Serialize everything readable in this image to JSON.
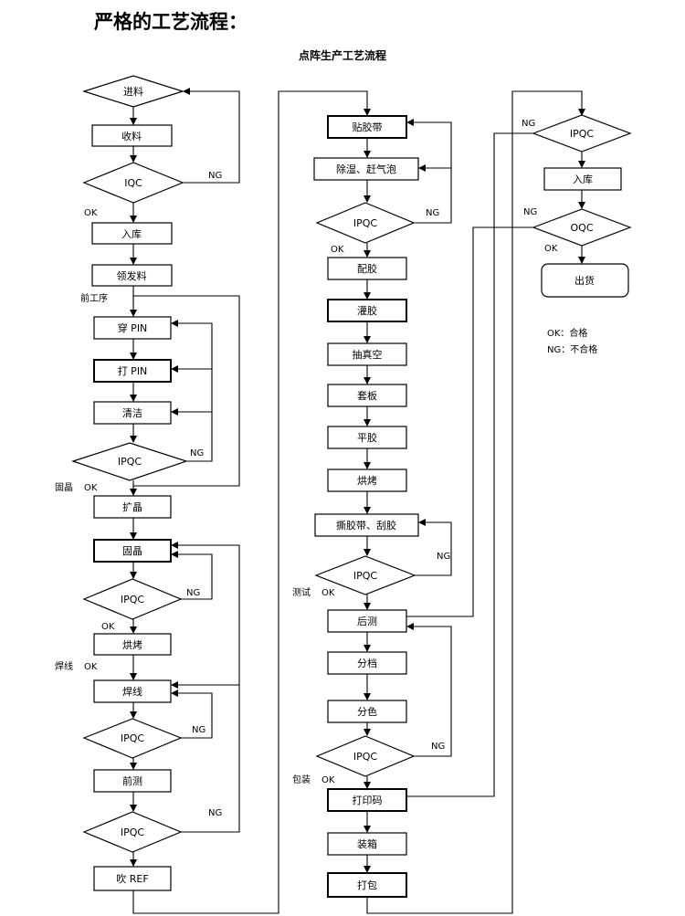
{
  "page_title": "严格的工艺流程：",
  "chart_title": "点阵生产工艺流程",
  "col1": {
    "incoming": "进料",
    "receive": "收料",
    "iqc": "IQC",
    "warehouse": "入库",
    "pick": "领发料",
    "pin": "穿 PIN",
    "hit_pin": "打 PIN",
    "clean": "清洁",
    "ipqc1": "IPQC",
    "expand": "扩晶",
    "die_bond": "固晶",
    "ipqc2": "IPQC",
    "bake": "烘烤",
    "wire_bond": "焊线",
    "ipqc3": "IPQC",
    "pre_test": "前测",
    "ipqc4": "IPQC",
    "blow": "吹 REF"
  },
  "col2": {
    "tape": "贴胶带",
    "dehumid": "除湿、赶气泡",
    "ipqc1": "IPQC",
    "mix": "配胶",
    "pour": "灌胶",
    "vacuum": "抽真空",
    "plate": "套板",
    "flat": "平胶",
    "bake": "烘烤",
    "tear": "撕胶带、刮胶",
    "ipqc2": "IPQC",
    "post_test": "后测",
    "grade": "分档",
    "color": "分色",
    "ipqc3": "IPQC",
    "print": "打印码",
    "box": "装箱",
    "pack": "打包"
  },
  "col3": {
    "ipqc": "IPQC",
    "warehouse": "入库",
    "oqc": "OQC",
    "ship": "出货"
  },
  "labels": {
    "ok": "OK",
    "ng": "NG",
    "front": "前工序",
    "die_bond_ok": "固晶",
    "wire_bond_ok": "焊线",
    "test_ok": "测试",
    "pack_ok": "包装"
  },
  "legend": {
    "ok": "OK：合格",
    "ng": "NG：不合格"
  }
}
